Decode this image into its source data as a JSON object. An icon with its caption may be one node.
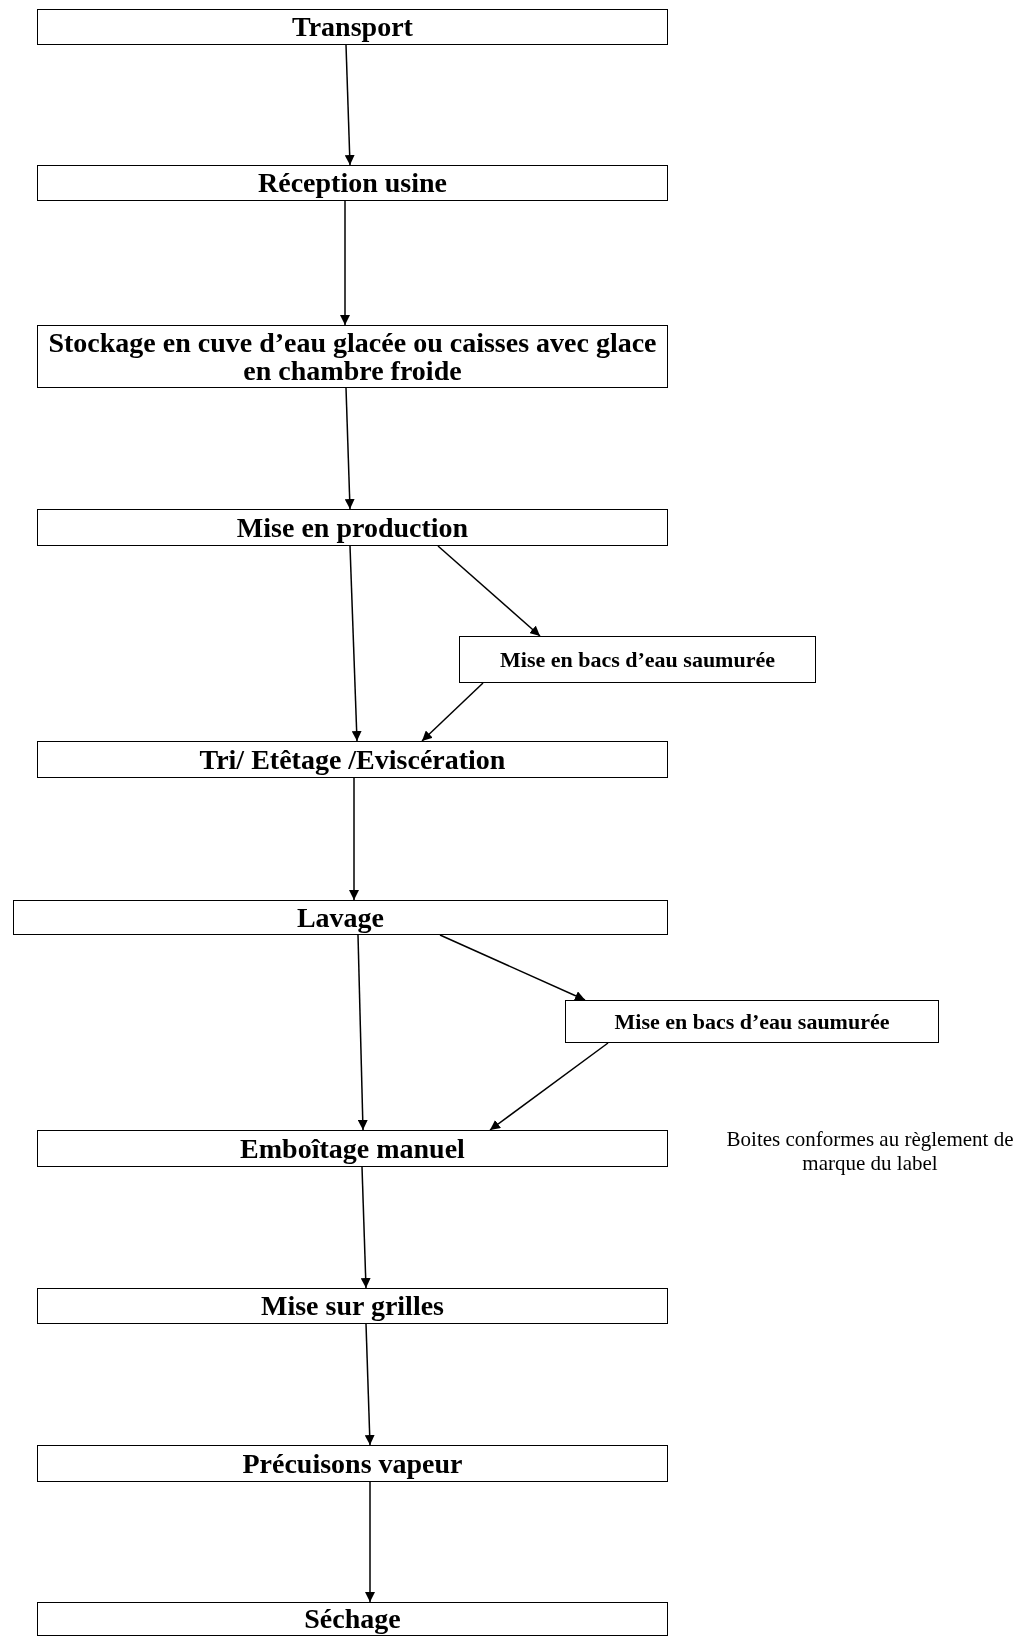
{
  "diagram": {
    "nodes": [
      {
        "text": [
          "Transport"
        ]
      },
      {
        "text": [
          "Réception usine"
        ]
      },
      {
        "text": [
          "Stockage en cuve d’eau glacée ou caisses avec glace en chambre froide"
        ]
      },
      {
        "text": [
          "Mise en production"
        ]
      },
      {
        "text": [
          "Mise en bacs d’eau saumurée"
        ]
      },
      {
        "text": [
          "Tri/ Etêtage /Eviscération"
        ]
      },
      {
        "text": [
          "Lavage"
        ]
      },
      {
        "text": [
          "Mise en bacs d’eau saumurée"
        ]
      },
      {
        "text": [
          "Emboîtage manuel"
        ],
        "beside": [
          "Boites  conformes au règlement de marque du label"
        ]
      },
      {
        "text": [
          "Mise sur grilles"
        ]
      },
      {
        "text": [
          "Précuisons vapeur"
        ]
      },
      {
        "text": [
          "Séchage"
        ]
      }
    ],
    "edges": [
      {
        "from": 0,
        "to": 1,
        "arrow": "to"
      },
      {
        "from": 1,
        "to": 2,
        "arrow": "to"
      },
      {
        "from": 2,
        "to": 3,
        "arrow": "to"
      },
      {
        "from": 3,
        "to": 5,
        "arrow": "to"
      },
      {
        "from": 3,
        "to": 4,
        "arrow": "to"
      },
      {
        "from": 4,
        "to": 5,
        "arrow": "to"
      },
      {
        "from": 5,
        "to": 6,
        "arrow": "to"
      },
      {
        "from": 6,
        "to": 8,
        "arrow": "to"
      },
      {
        "from": 6,
        "to": 7,
        "arrow": "to"
      },
      {
        "from": 7,
        "to": 8,
        "arrow": "to"
      },
      {
        "from": 8,
        "to": 9,
        "arrow": "to"
      },
      {
        "from": 9,
        "to": 10,
        "arrow": "to"
      },
      {
        "from": 10,
        "to": 11,
        "arrow": "to"
      }
    ]
  }
}
